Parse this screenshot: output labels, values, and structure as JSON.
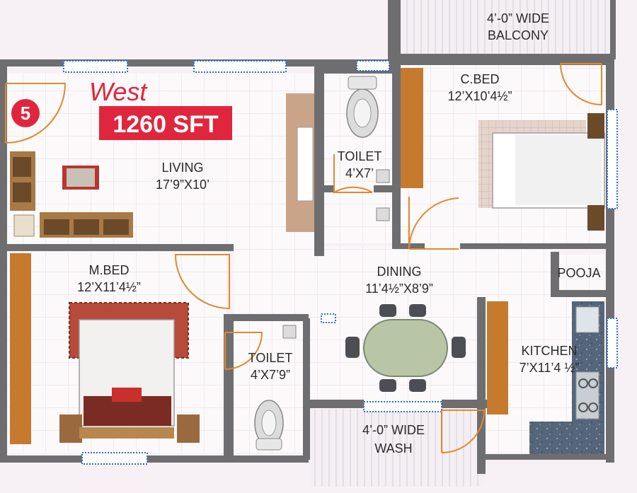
{
  "plan": {
    "unit_number": "5",
    "facing": "West",
    "area": "1260 SFT",
    "accent_color": "#e0263c",
    "wall_color": "#6e6e70",
    "door_color": "#e08a2a",
    "window_color": "#2f6fd0",
    "wood_color": "#c57a2e"
  },
  "rooms": {
    "balcony": {
      "line1": "4’-0” WIDE",
      "line2": "BALCONY"
    },
    "cbed": {
      "name": "C.BED",
      "size": "12’X10’4½”"
    },
    "living": {
      "name": "LIVING",
      "size": "17’9”X10’"
    },
    "toilet1": {
      "name": "TOILET",
      "size": "4’X7’"
    },
    "mbed": {
      "name": "M.BED",
      "size": "12’X11’4½”"
    },
    "dining": {
      "name": "DINING",
      "size": "11’4½”X8’9”"
    },
    "pooja": {
      "name": "POOJA"
    },
    "kitchen": {
      "name": "KITCHEN",
      "size": "7’X11’4 ½”"
    },
    "toilet2": {
      "name": "TOILET",
      "size": "4’X7’9”"
    },
    "wash": {
      "line1": "4’-0” WIDE",
      "line2": "WASH"
    }
  }
}
